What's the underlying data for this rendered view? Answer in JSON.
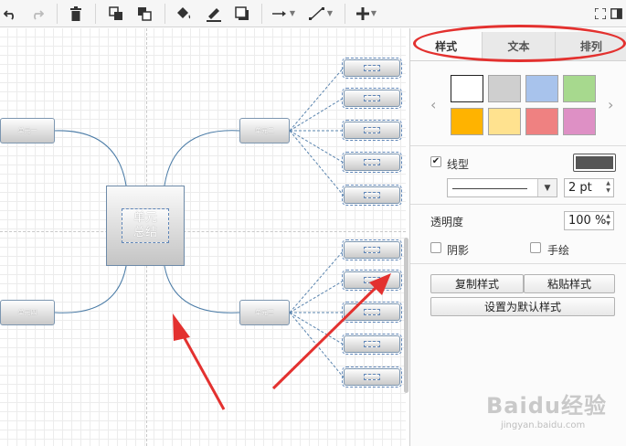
{
  "colors": {
    "accent": "#e3312f",
    "node_border": "#7c96b0",
    "link": "#4a7ba6",
    "fill_dark": "#555555"
  },
  "toolbar": {
    "icons": [
      "undo-icon",
      "redo-icon",
      "delete-icon",
      "to-front-icon",
      "to-back-icon",
      "fill-color-icon",
      "line-color-icon",
      "shadow-icon",
      "connection-icon",
      "waypoint-icon",
      "insert-icon",
      "fullscreen-icon",
      "panel-toggle-icon"
    ]
  },
  "canvas": {
    "root_label": "单元\n总结",
    "nodes": [
      {
        "label": "单元一"
      },
      {
        "label": "单元二"
      },
      {
        "label": "单元四"
      },
      {
        "label": "单元三"
      }
    ]
  },
  "panel": {
    "tabs": [
      {
        "label": "样式",
        "active": true
      },
      {
        "label": "文本",
        "active": false
      },
      {
        "label": "排列",
        "active": false
      }
    ],
    "swatches": [
      "#ffffff",
      "#cfcfcf",
      "#a8c3ec",
      "#a7d98e",
      "#ffb300",
      "#ffe28f",
      "#ef8181",
      "#de90c5"
    ],
    "line": {
      "label": "线型",
      "checked": true,
      "width": "2 pt"
    },
    "opacity": {
      "label": "透明度",
      "value": "100 %"
    },
    "shadow": {
      "label": "阴影",
      "checked": false
    },
    "sketch": {
      "label": "手绘",
      "checked": false
    },
    "buttons": {
      "copy_style": "复制样式",
      "paste_style": "粘贴样式",
      "set_default": "设置为默认样式"
    }
  },
  "watermark": {
    "main": "Baidu经验",
    "sub": "jingyan.baidu.com"
  }
}
